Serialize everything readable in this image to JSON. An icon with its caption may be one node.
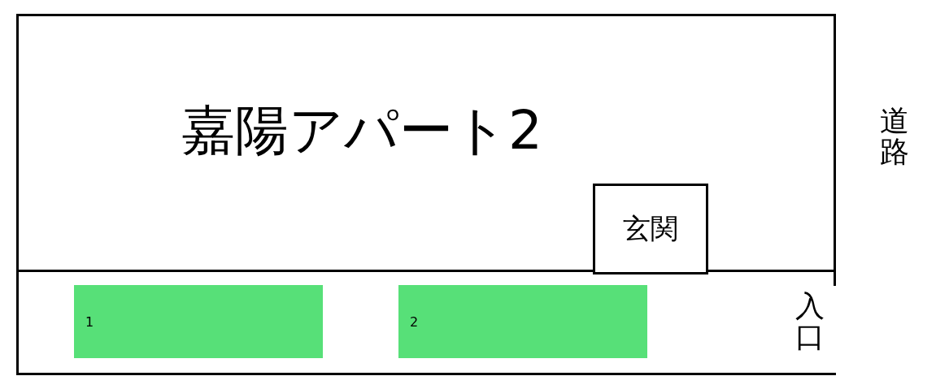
{
  "diagram": {
    "nodes": [
      {
        "text": [
          "嘉陽アパート2"
        ]
      },
      {
        "text": [
          "玄関"
        ],
        "in": 0
      },
      {
        "text": [],
        "shape": "box"
      },
      {
        "text": [
          "1"
        ],
        "in": 2
      },
      {
        "text": [
          "2"
        ],
        "in": 2
      }
    ],
    "labels": [
      "入口",
      "道路"
    ]
  }
}
